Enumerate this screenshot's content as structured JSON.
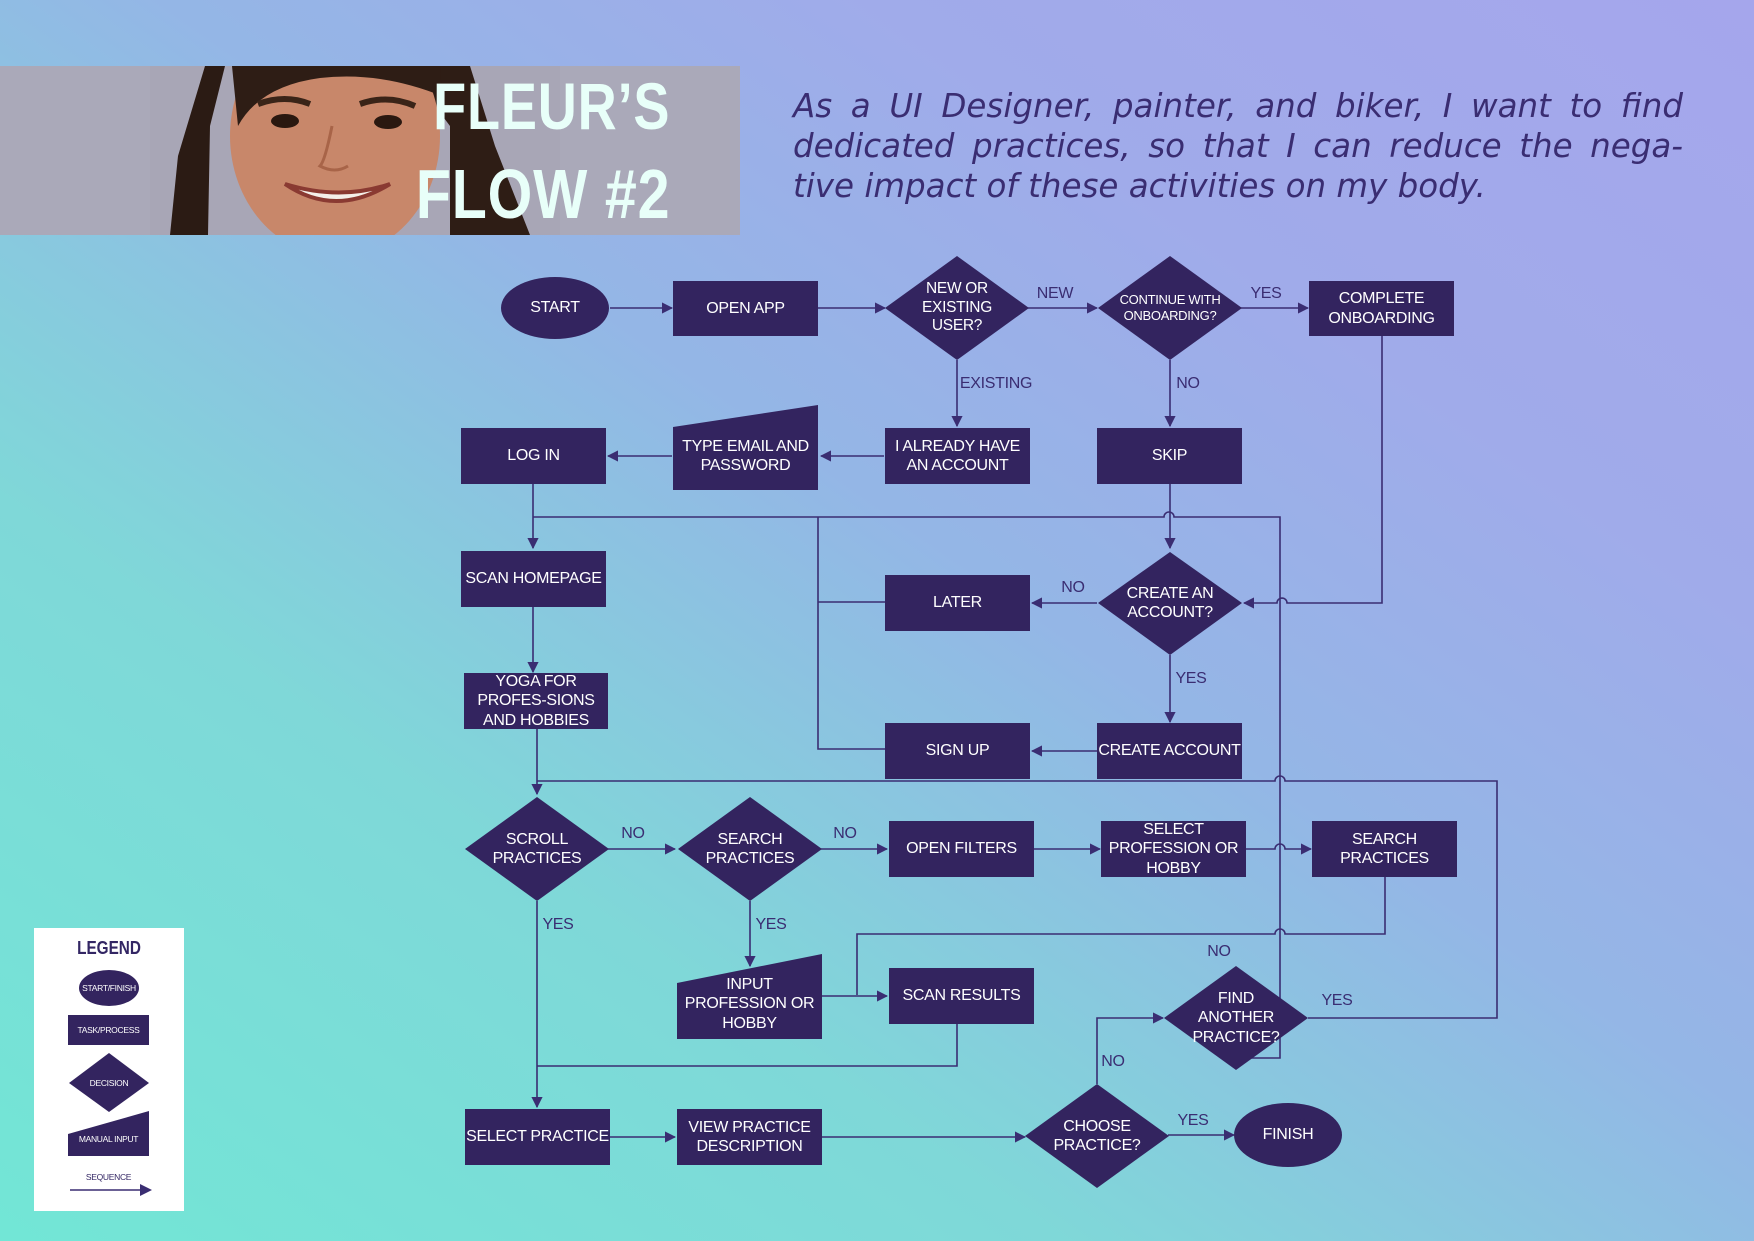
{
  "header": {
    "title_line1": "FLEUR’S",
    "title_line2": "FLOW #2",
    "user_story": "As a UI Designer, painter, and biker, I want to find dedicated practices, so that I can reduce the nega-tive impact of these activities on my body."
  },
  "colors": {
    "node_fill": "#33245f",
    "line": "#3a2d72",
    "banner": "#aaa9b9",
    "title_text": "#e8fff9"
  },
  "flow": {
    "start": "START",
    "open_app": "OPEN APP",
    "new_or_existing": "NEW OR EXISTING USER?",
    "continue_onboarding": "CONTINUE WITH ONBOARDING?",
    "complete_onboarding": "COMPLETE ONBOARDING",
    "already_have_account": "I ALREADY HAVE AN ACCOUNT",
    "type_email": "TYPE EMAIL AND PASSWORD",
    "log_in": "LOG IN",
    "skip": "SKIP",
    "scan_homepage": "SCAN HOMEPAGE",
    "later": "LATER",
    "create_account_q": "CREATE AN ACCOUNT?",
    "yoga": "YOGA FOR PROFES-SIONS AND HOBBIES",
    "sign_up": "SIGN UP",
    "create_account": "CREATE ACCOUNT",
    "scroll_practices": "SCROLL PRACTICES",
    "search_practices_q": "SEARCH PRACTICES",
    "open_filters": "OPEN FILTERS",
    "select_profession": "SELECT PROFESSION OR HOBBY",
    "search_practices": "SEARCH PRACTICES",
    "input_profession": "INPUT PROFESSION OR HOBBY",
    "scan_results": "SCAN RESULTS",
    "find_another": "FIND ANOTHER PRACTICE?",
    "select_practice": "SELECT PRACTICE",
    "view_description": "VIEW PRACTICE DESCRIPTION",
    "choose_practice": "CHOOSE PRACTICE?",
    "finish": "FINISH"
  },
  "edge_labels": {
    "new": "NEW",
    "yes_onboarding": "YES",
    "existing": "EXISTING",
    "no_onboarding": "NO",
    "no_account": "NO",
    "yes_account": "YES",
    "no_scroll": "NO",
    "no_search": "NO",
    "yes_scroll": "YES",
    "yes_search": "YES",
    "no_find": "NO",
    "yes_find": "YES",
    "no_choose": "NO",
    "yes_choose": "YES"
  },
  "legend": {
    "title": "LEGEND",
    "start_finish": "START/FINISH",
    "task_process": "TASK/PROCESS",
    "decision": "DECISION",
    "manual_input": "MANUAL INPUT",
    "sequence": "SEQUENCE"
  }
}
